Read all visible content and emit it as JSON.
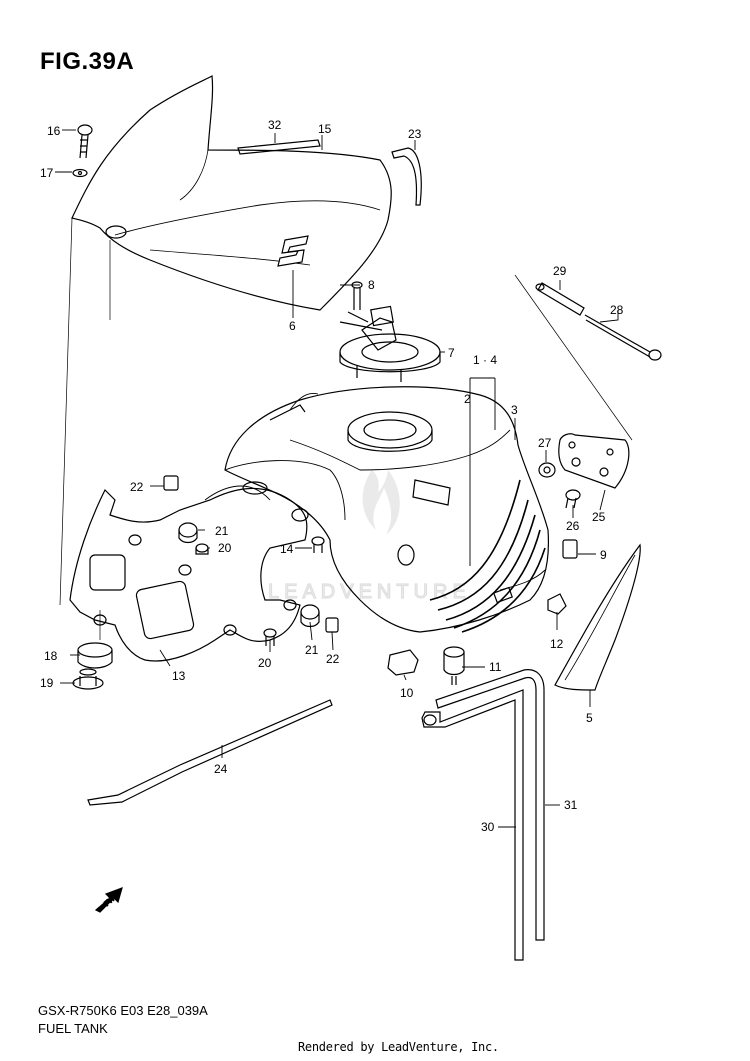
{
  "figure": {
    "title": "FIG.39A",
    "part_code": "GSX-R750K6 E03 E28_039A",
    "part_name": "FUEL TANK",
    "credit": "Rendered by LeadVenture, Inc.",
    "watermark": "LEADVENTURE",
    "fwd_label": "FWD"
  },
  "callouts": [
    {
      "id": "16",
      "label": "16"
    },
    {
      "id": "17",
      "label": "17"
    },
    {
      "id": "32",
      "label": "32"
    },
    {
      "id": "15",
      "label": "15"
    },
    {
      "id": "23",
      "label": "23"
    },
    {
      "id": "29",
      "label": "29"
    },
    {
      "id": "28",
      "label": "28"
    },
    {
      "id": "8",
      "label": "8"
    },
    {
      "id": "6",
      "label": "6"
    },
    {
      "id": "7",
      "label": "7"
    },
    {
      "id": "1-4",
      "label": "1 · 4"
    },
    {
      "id": "2",
      "label": "2"
    },
    {
      "id": "3",
      "label": "3"
    },
    {
      "id": "27",
      "label": "27"
    },
    {
      "id": "26",
      "label": "26"
    },
    {
      "id": "25",
      "label": "25"
    },
    {
      "id": "9",
      "label": "9"
    },
    {
      "id": "22a",
      "label": "22"
    },
    {
      "id": "21a",
      "label": "21"
    },
    {
      "id": "20a",
      "label": "20"
    },
    {
      "id": "14",
      "label": "14"
    },
    {
      "id": "18",
      "label": "18"
    },
    {
      "id": "19",
      "label": "19"
    },
    {
      "id": "13",
      "label": "13"
    },
    {
      "id": "20b",
      "label": "20"
    },
    {
      "id": "21b",
      "label": "21"
    },
    {
      "id": "22b",
      "label": "22"
    },
    {
      "id": "12",
      "label": "12"
    },
    {
      "id": "11",
      "label": "11"
    },
    {
      "id": "10",
      "label": "10"
    },
    {
      "id": "5",
      "label": "5"
    },
    {
      "id": "24",
      "label": "24"
    },
    {
      "id": "31",
      "label": "31"
    },
    {
      "id": "30",
      "label": "30"
    }
  ]
}
